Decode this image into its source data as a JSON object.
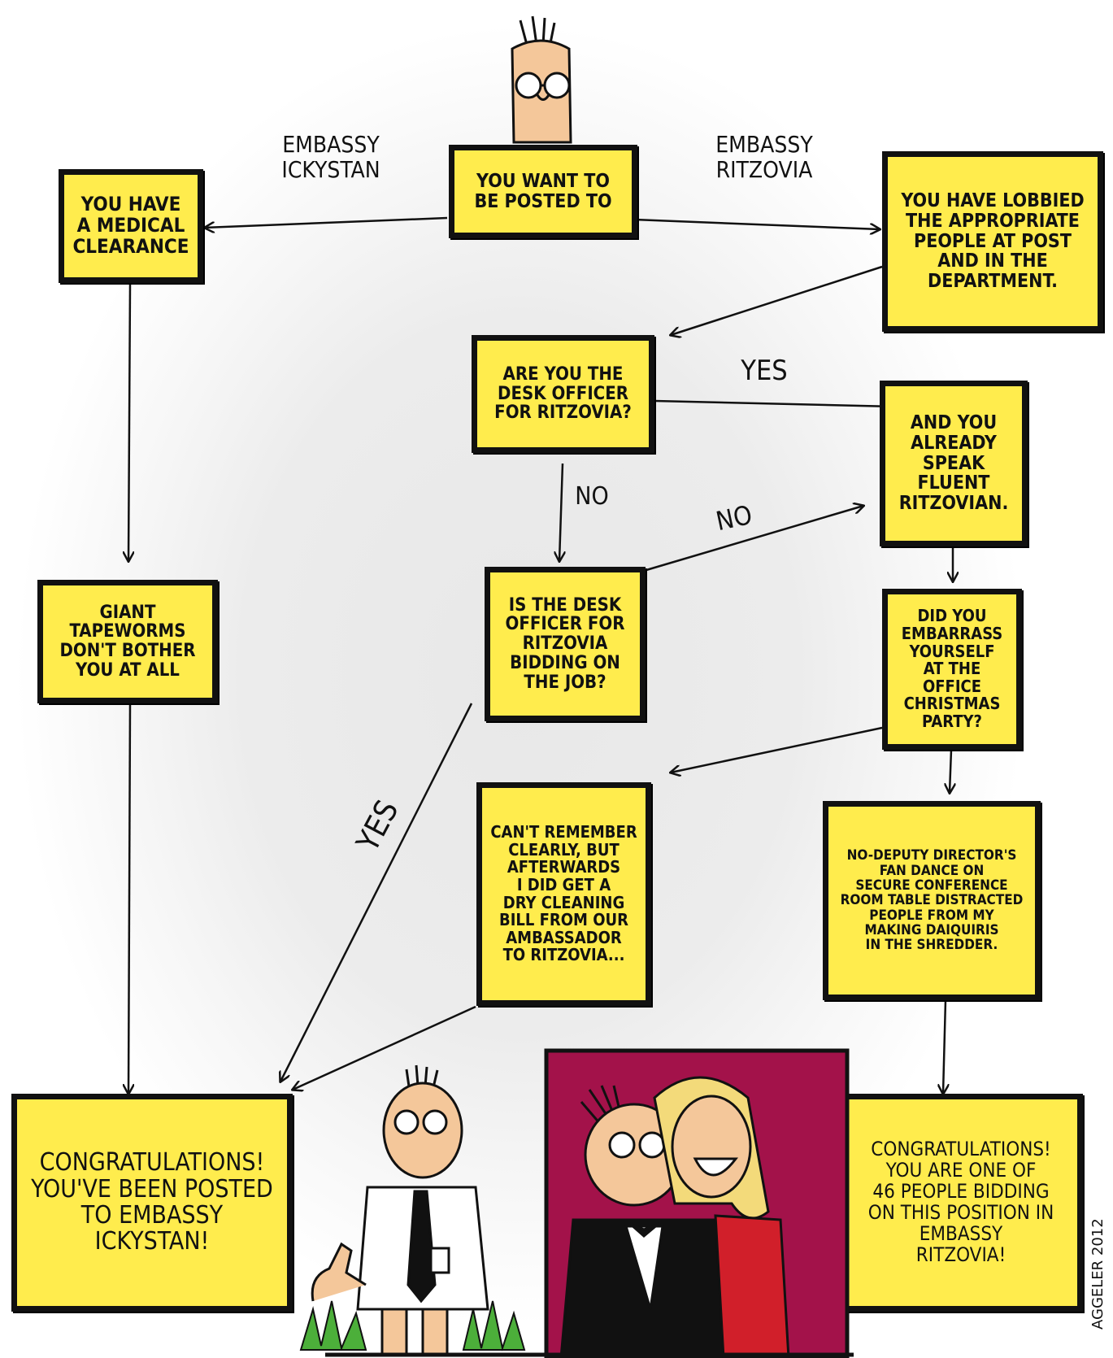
{
  "nodes": {
    "start": "YOU WANT TO\nBE POSTED TO",
    "medical": "YOU HAVE\nA MEDICAL\nCLEARANCE",
    "lobbied": "YOU HAVE LOBBIED\nTHE APPROPRIATE\nPEOPLE AT POST\nAND IN THE\nDEPARTMENT.",
    "desk_officer": "ARE YOU THE\nDESK OFFICER\nFOR RITZOVIA?",
    "fluent": "AND YOU\nALREADY\nSPEAK\nFLUENT\nRITZOVIAN.",
    "bidding": "IS THE DESK\nOFFICER FOR\nRITZOVIA\nBIDDING ON\nTHE JOB?",
    "tapeworms": "GIANT\nTAPEWORMS\nDON'T BOTHER\nYOU AT ALL",
    "embarrass": "DID YOU\nEMBARRASS\nYOURSELF\nAT THE OFFICE\nCHRISTMAS\nPARTY?",
    "cant_remember": "CAN'T REMEMBER\nCLEARLY, BUT\nAFTERWARDS\nI DID GET A\nDRY CLEANING\nBILL FROM OUR\nAMBASSADOR\nTO RITZOVIA...",
    "no_deputy": "NO-DEPUTY DIRECTOR'S\nFAN DANCE ON\nSECURE CONFERENCE\nROOM TABLE DISTRACTED\nPEOPLE FROM MY\nMAKING DAIQUIRIS\nIN THE SHREDDER.",
    "congrats_icky": "CONGRATULATIONS!\nYOU'VE BEEN POSTED\nTO EMBASSY\nICKYSTAN!",
    "congrats_ritz": "CONGRATULATIONS!\nYOU ARE ONE OF\n46 PEOPLE BIDDING\nON THIS POSITION IN\nEMBASSY\nRITZOVIA!"
  },
  "edge_labels": {
    "icky": "EMBASSY\nICKYSTAN",
    "ritz": "EMBASSY\nRITZOVIA",
    "yes_top": "YES",
    "no_down": "NO",
    "no_diag": "NO",
    "yes_diag": "YES"
  },
  "signature": "AGGELER 2012",
  "colors": {
    "box_fill": "#ffec4d",
    "ink": "#111111",
    "curtain": "#a3124a"
  }
}
